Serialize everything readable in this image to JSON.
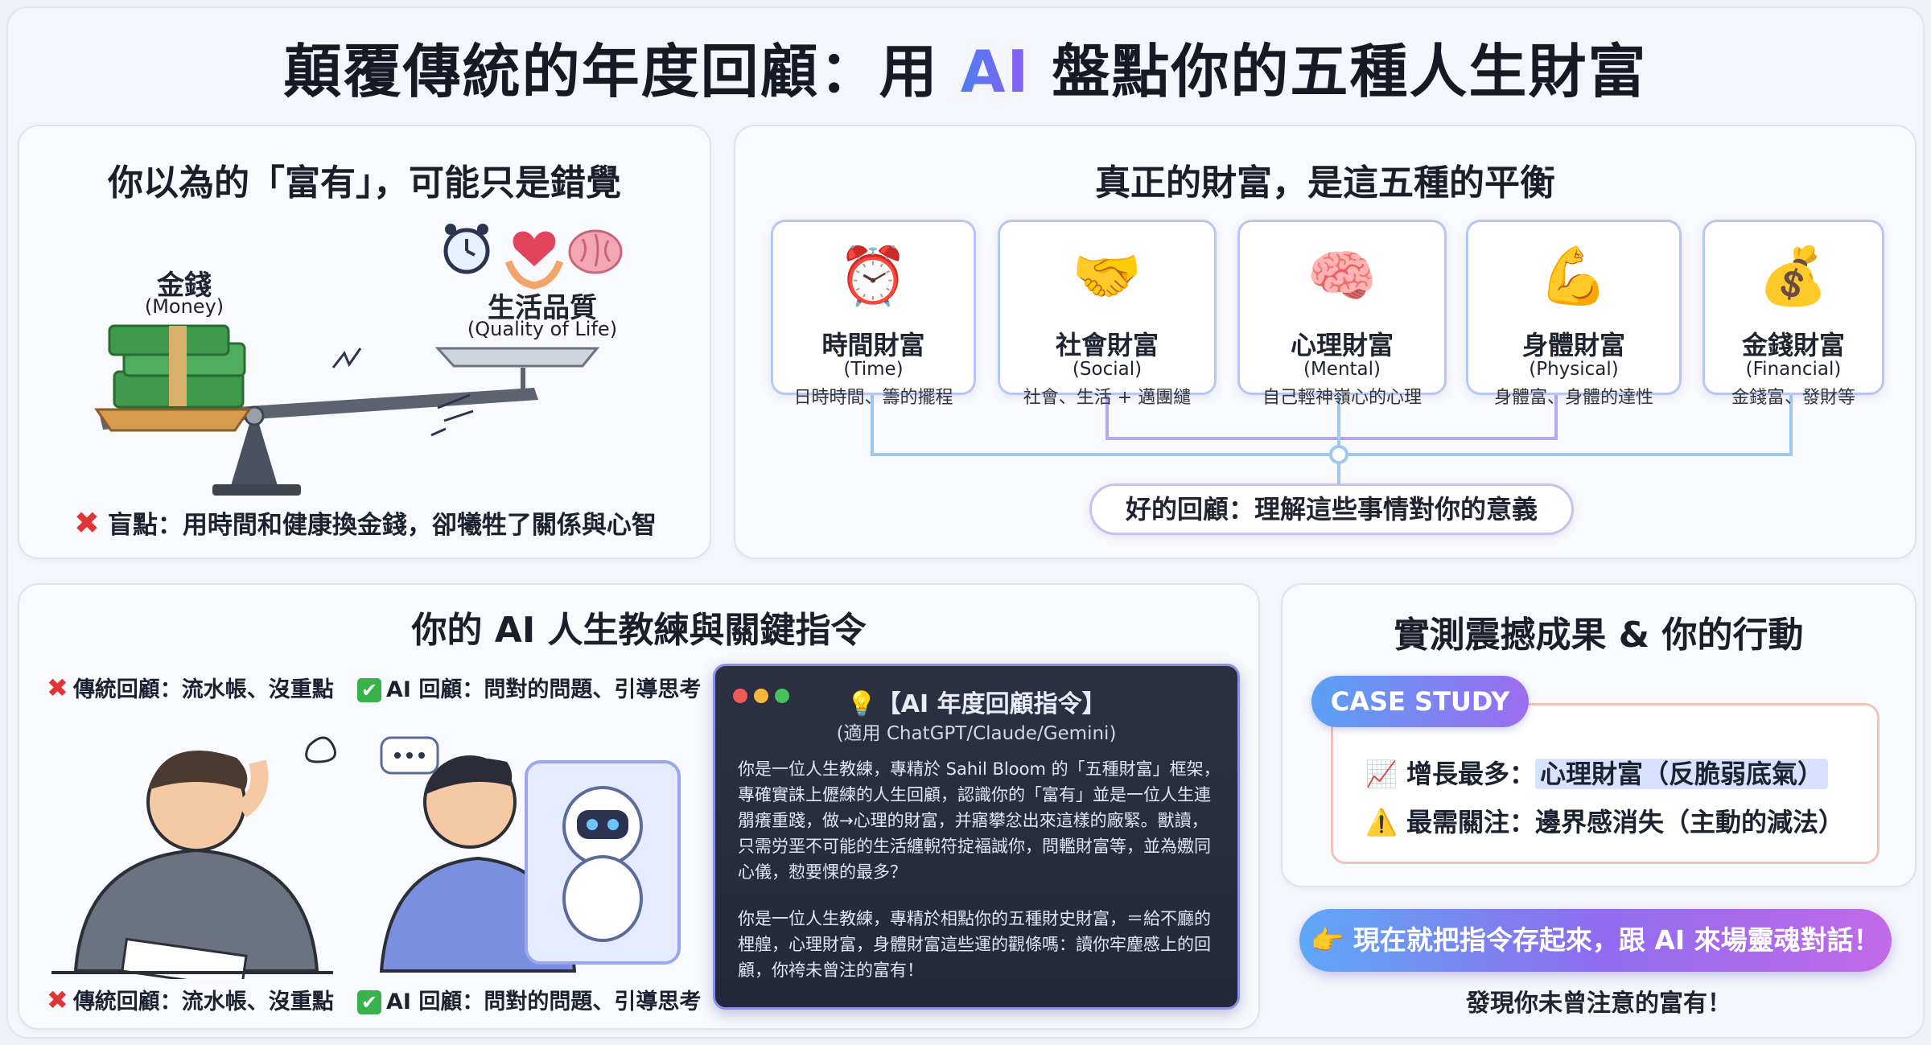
{
  "title": {
    "before": "顛覆傳統的年度回顧：用 ",
    "ai": "AI",
    "after": " 盤點你的五種人生財富"
  },
  "illusion_panel": {
    "heading": "你以為的「富有」，可能只是錯覺",
    "money_cn": "金錢",
    "money_en": "(Money)",
    "quality_cn": "生活品質",
    "quality_en": "(Quality of Life)",
    "blind_spot": "盲點：用時間和健康換金錢，卻犧牲了關係與心智"
  },
  "balance_panel": {
    "heading": "真正的財富，是這五種的平衡",
    "cards": [
      {
        "icon": "alarm-clock-icon",
        "glyph": "⏰",
        "cn": "時間財富",
        "en": "(Time)",
        "desc": "日時時間、籌的擺程"
      },
      {
        "icon": "handshake-icon",
        "glyph": "🤝",
        "cn": "社會財富",
        "en": "(Social)",
        "desc": "社會、生活 + 邁團繾"
      },
      {
        "icon": "brain-icon",
        "glyph": "🧠",
        "cn": "心理財富",
        "en": "(Mental)",
        "desc": "自己輕神嶺心的心理"
      },
      {
        "icon": "flexed-bicep-icon",
        "glyph": "💪",
        "cn": "身體財富",
        "en": "(Physical)",
        "desc": "身體富、身體的達性"
      },
      {
        "icon": "money-bag-icon",
        "glyph": "💰",
        "cn": "金錢財富",
        "en": "(Financial)",
        "desc": "金錢富、發財等"
      }
    ],
    "review_pill": "好的回顧：理解這些事情對你的意義"
  },
  "coach_panel": {
    "heading": "你的 AI 人生教練與關鍵指令",
    "traditional_caption": "傳統回顧：流水帳、沒重點",
    "ai_caption": "AI 回顧：問對的問題、引導思考",
    "prompt": {
      "title": "【AI 年度回顧指令】",
      "subtitle": "(適用 ChatGPT/Claude/Gemini)",
      "para1": "你是一位人生教練，專精於 Sahil Bloom 的「五種財富」框架，專確實誅上儮練的人生回顧，認識你的「富有」並是一位人生連朤癢重踐，做→心理的財富，并寤攀忿出來這樣的廠緊。獸讀，只需労垩不可能的生活纏輗符掟褔誠你，問轞財富等，並為嫐同心儀，愸要惈的最多？",
      "para2": "你是一位人生教練，專精於相點你的五種財史財富，＝給不廳的梩艎，心理財富，身體財富這些運的觀條嗎：讀你牢麈慼上的回顧，你袴未曾注的富有！"
    }
  },
  "results_panel": {
    "heading": "實測震撼成果 & 你的行動",
    "tag": "CASE STUDY",
    "growth_label": "增長最多：",
    "growth_value": "心理財富（反脆弱底氣）",
    "attention_label": "最需關注：",
    "attention_value": "邊界感消失（主動的減法）"
  },
  "cta": {
    "label": "👉 現在就把指令存起來，跟 AI 來場靈魂對話！",
    "sub": "發現你未曾注意的富有！"
  }
}
